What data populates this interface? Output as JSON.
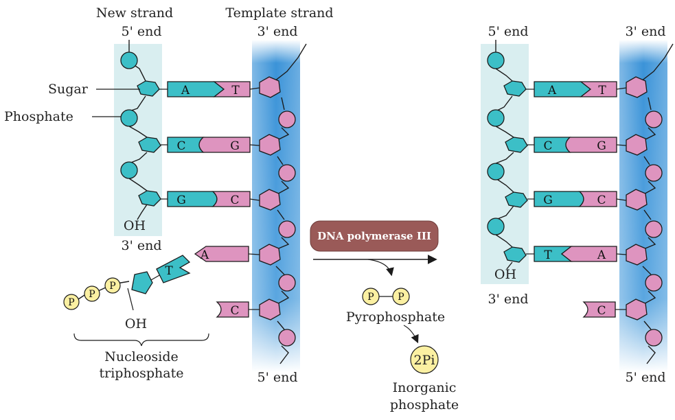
{
  "labels": {
    "new_strand": "New strand",
    "template_strand": "Template strand",
    "five_end": "5' end",
    "three_end": "3' end",
    "sugar": "Sugar",
    "phosphate": "Phosphate",
    "oh": "OH",
    "nucleoside": "Nucleoside",
    "triphosphate": "triphosphate",
    "pyrophosphate": "Pyrophosphate",
    "inorganic": "Inorganic",
    "phosphate2": "phosphate",
    "p": "P",
    "two_pi": "2Pi"
  },
  "enzyme": {
    "label": "DNA polymerase III"
  },
  "bases": {
    "A": "A",
    "T": "T",
    "C": "C",
    "G": "G"
  },
  "colors": {
    "new_strand_bg": "#d9eef0",
    "template_dark": "#3b93d8",
    "teal": "#3cbfc7",
    "pink": "#de94bf",
    "enzyme": "#9a5a58",
    "phosphate_yellow": "#fbf0a2"
  }
}
